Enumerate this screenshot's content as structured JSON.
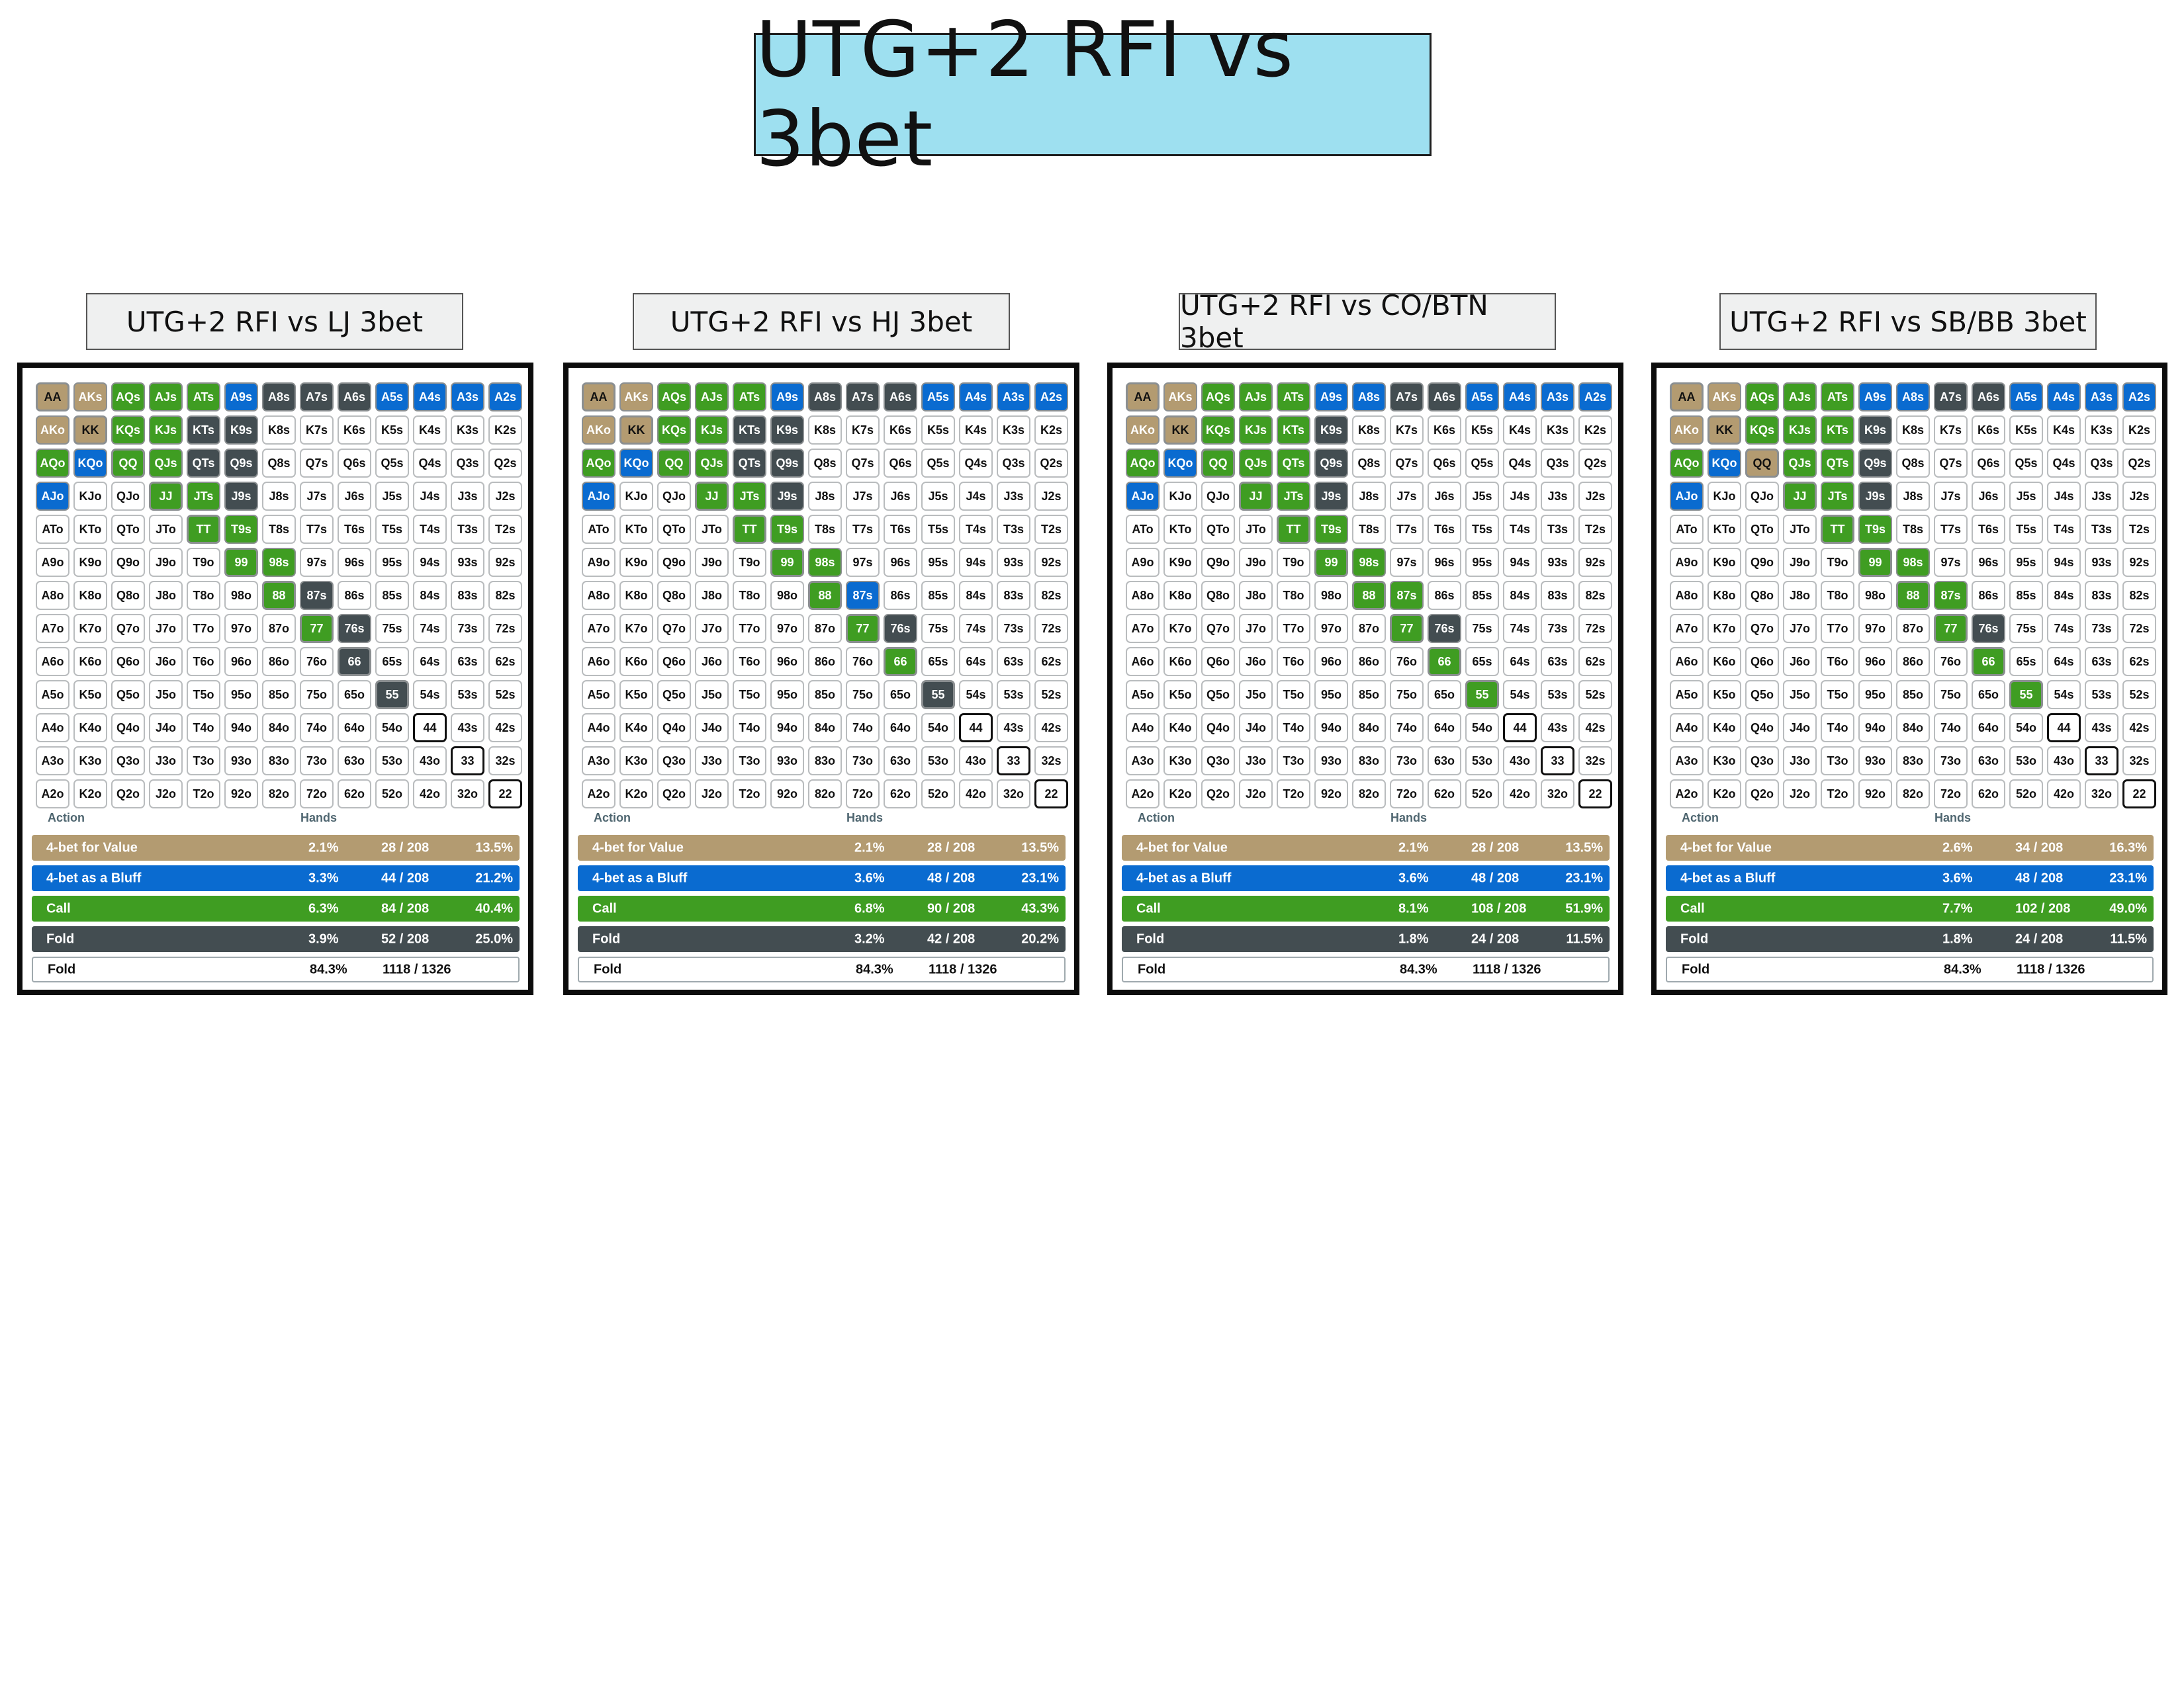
{
  "title": "UTG+2 RFI vs 3bet",
  "colors": {
    "value": "#b39b71",
    "bluff": "#0a6bd0",
    "call": "#3f9d22",
    "fold": "#434d51",
    "none": "#ffffff"
  },
  "legend_headers": {
    "action": "Action",
    "hands": "Hands"
  },
  "charts": [
    {
      "title": "UTG+2 RFI vs LJ 3bet",
      "hands": [
        [
          "AA",
          "AKs",
          "AQs",
          "AJs",
          "ATs",
          "A9s",
          "A8s",
          "A7s",
          "A6s",
          "A5s",
          "A4s",
          "A3s",
          "A2s"
        ],
        [
          "AKo",
          "KK",
          "KQs",
          "KJs",
          "KTs",
          "K9s",
          "K8s",
          "K7s",
          "K6s",
          "K5s",
          "K4s",
          "K3s",
          "K2s"
        ],
        [
          "AQo",
          "KQo",
          "QQ",
          "QJs",
          "QTs",
          "Q9s",
          "Q8s",
          "Q7s",
          "Q6s",
          "Q5s",
          "Q4s",
          "Q3s",
          "Q2s"
        ],
        [
          "AJo",
          "KJo",
          "QJo",
          "JJ",
          "JTs",
          "J9s",
          "J8s",
          "J7s",
          "J6s",
          "J5s",
          "J4s",
          "J3s",
          "J2s"
        ],
        [
          "ATo",
          "KTo",
          "QTo",
          "JTo",
          "TT",
          "T9s",
          "T8s",
          "T7s",
          "T6s",
          "T5s",
          "T4s",
          "T3s",
          "T2s"
        ],
        [
          "A9o",
          "K9o",
          "Q9o",
          "J9o",
          "T9o",
          "99",
          "98s",
          "97s",
          "96s",
          "95s",
          "94s",
          "93s",
          "92s"
        ],
        [
          "A8o",
          "K8o",
          "Q8o",
          "J8o",
          "T8o",
          "98o",
          "88",
          "87s",
          "86s",
          "85s",
          "84s",
          "83s",
          "82s"
        ],
        [
          "A7o",
          "K7o",
          "Q7o",
          "J7o",
          "T7o",
          "97o",
          "87o",
          "77",
          "76s",
          "75s",
          "74s",
          "73s",
          "72s"
        ],
        [
          "A6o",
          "K6o",
          "Q6o",
          "J6o",
          "T6o",
          "96o",
          "86o",
          "76o",
          "66",
          "65s",
          "64s",
          "63s",
          "62s"
        ],
        [
          "A5o",
          "K5o",
          "Q5o",
          "J5o",
          "T5o",
          "95o",
          "85o",
          "75o",
          "65o",
          "55",
          "54s",
          "53s",
          "52s"
        ],
        [
          "A4o",
          "K4o",
          "Q4o",
          "J4o",
          "T4o",
          "94o",
          "84o",
          "74o",
          "64o",
          "54o",
          "44",
          "43s",
          "42s"
        ],
        [
          "A3o",
          "K3o",
          "Q3o",
          "J3o",
          "T3o",
          "93o",
          "83o",
          "73o",
          "63o",
          "53o",
          "43o",
          "33",
          "32s"
        ],
        [
          "A2o",
          "K2o",
          "Q2o",
          "J2o",
          "T2o",
          "92o",
          "82o",
          "72o",
          "62o",
          "52o",
          "42o",
          "32o",
          "22"
        ]
      ],
      "actions": [
        "VVCCCBFFFBBBB",
        "VVCCFF0000000",
        "CBCCFF0000000",
        "B00CCF0000000",
        "0000CC0000000",
        "00000CC000000",
        "000000CF00000",
        "0000000CF0000",
        "00000000F0000",
        "000000000F000",
        "0000000000000",
        "0000000000000",
        "0000000000000"
      ],
      "legend": [
        {
          "action": "4-bet for Value",
          "pct": "2.1%",
          "count": "28 / 208",
          "share": "13.5%"
        },
        {
          "action": "4-bet as a Bluff",
          "pct": "3.3%",
          "count": "44 / 208",
          "share": "21.2%"
        },
        {
          "action": "Call",
          "pct": "6.3%",
          "count": "84 / 208",
          "share": "40.4%"
        },
        {
          "action": "Fold",
          "pct": "3.9%",
          "count": "52 / 208",
          "share": "25.0%"
        },
        {
          "action": "Fold",
          "pct": "84.3%",
          "count": "1118 / 1326",
          "share": ""
        }
      ]
    },
    {
      "title": "UTG+2 RFI vs HJ 3bet",
      "hands": [
        [
          "AA",
          "AKs",
          "AQs",
          "AJs",
          "ATs",
          "A9s",
          "A8s",
          "A7s",
          "A6s",
          "A5s",
          "A4s",
          "A3s",
          "A2s"
        ],
        [
          "AKo",
          "KK",
          "KQs",
          "KJs",
          "KTs",
          "K9s",
          "K8s",
          "K7s",
          "K6s",
          "K5s",
          "K4s",
          "K3s",
          "K2s"
        ],
        [
          "AQo",
          "KQo",
          "QQ",
          "QJs",
          "QTs",
          "Q9s",
          "Q8s",
          "Q7s",
          "Q6s",
          "Q5s",
          "Q4s",
          "Q3s",
          "Q2s"
        ],
        [
          "AJo",
          "KJo",
          "QJo",
          "JJ",
          "JTs",
          "J9s",
          "J8s",
          "J7s",
          "J6s",
          "J5s",
          "J4s",
          "J3s",
          "J2s"
        ],
        [
          "ATo",
          "KTo",
          "QTo",
          "JTo",
          "TT",
          "T9s",
          "T8s",
          "T7s",
          "T6s",
          "T5s",
          "T4s",
          "T3s",
          "T2s"
        ],
        [
          "A9o",
          "K9o",
          "Q9o",
          "J9o",
          "T9o",
          "99",
          "98s",
          "97s",
          "96s",
          "95s",
          "94s",
          "93s",
          "92s"
        ],
        [
          "A8o",
          "K8o",
          "Q8o",
          "J8o",
          "T8o",
          "98o",
          "88",
          "87s",
          "86s",
          "85s",
          "84s",
          "83s",
          "82s"
        ],
        [
          "A7o",
          "K7o",
          "Q7o",
          "J7o",
          "T7o",
          "97o",
          "87o",
          "77",
          "76s",
          "75s",
          "74s",
          "73s",
          "72s"
        ],
        [
          "A6o",
          "K6o",
          "Q6o",
          "J6o",
          "T6o",
          "96o",
          "86o",
          "76o",
          "66",
          "65s",
          "64s",
          "63s",
          "62s"
        ],
        [
          "A5o",
          "K5o",
          "Q5o",
          "J5o",
          "T5o",
          "95o",
          "85o",
          "75o",
          "65o",
          "55",
          "54s",
          "53s",
          "52s"
        ],
        [
          "A4o",
          "K4o",
          "Q4o",
          "J4o",
          "T4o",
          "94o",
          "84o",
          "74o",
          "64o",
          "54o",
          "44",
          "43s",
          "42s"
        ],
        [
          "A3o",
          "K3o",
          "Q3o",
          "J3o",
          "T3o",
          "93o",
          "83o",
          "73o",
          "63o",
          "53o",
          "43o",
          "33",
          "32s"
        ],
        [
          "A2o",
          "K2o",
          "Q2o",
          "J2o",
          "T2o",
          "92o",
          "82o",
          "72o",
          "62o",
          "52o",
          "42o",
          "32o",
          "22"
        ]
      ],
      "actions": [
        "VVCCCBFFFBBBB",
        "VVCCFF0000000",
        "CBCCFF0000000",
        "B00CCF0000000",
        "0000CC0000000",
        "00000CC000000",
        "000000CB00000",
        "0000000CF0000",
        "00000000C0000",
        "000000000F000",
        "0000000000000",
        "0000000000000",
        "0000000000000"
      ],
      "legend": [
        {
          "action": "4-bet for Value",
          "pct": "2.1%",
          "count": "28 / 208",
          "share": "13.5%"
        },
        {
          "action": "4-bet as a Bluff",
          "pct": "3.6%",
          "count": "48 / 208",
          "share": "23.1%"
        },
        {
          "action": "Call",
          "pct": "6.8%",
          "count": "90 / 208",
          "share": "43.3%"
        },
        {
          "action": "Fold",
          "pct": "3.2%",
          "count": "42 / 208",
          "share": "20.2%"
        },
        {
          "action": "Fold",
          "pct": "84.3%",
          "count": "1118 / 1326",
          "share": ""
        }
      ]
    },
    {
      "title": "UTG+2 RFI vs CO/BTN 3bet",
      "hands": [
        [
          "AA",
          "AKs",
          "AQs",
          "AJs",
          "ATs",
          "A9s",
          "A8s",
          "A7s",
          "A6s",
          "A5s",
          "A4s",
          "A3s",
          "A2s"
        ],
        [
          "AKo",
          "KK",
          "KQs",
          "KJs",
          "KTs",
          "K9s",
          "K8s",
          "K7s",
          "K6s",
          "K5s",
          "K4s",
          "K3s",
          "K2s"
        ],
        [
          "AQo",
          "KQo",
          "QQ",
          "QJs",
          "QTs",
          "Q9s",
          "Q8s",
          "Q7s",
          "Q6s",
          "Q5s",
          "Q4s",
          "Q3s",
          "Q2s"
        ],
        [
          "AJo",
          "KJo",
          "QJo",
          "JJ",
          "JTs",
          "J9s",
          "J8s",
          "J7s",
          "J6s",
          "J5s",
          "J4s",
          "J3s",
          "J2s"
        ],
        [
          "ATo",
          "KTo",
          "QTo",
          "JTo",
          "TT",
          "T9s",
          "T8s",
          "T7s",
          "T6s",
          "T5s",
          "T4s",
          "T3s",
          "T2s"
        ],
        [
          "A9o",
          "K9o",
          "Q9o",
          "J9o",
          "T9o",
          "99",
          "98s",
          "97s",
          "96s",
          "95s",
          "94s",
          "93s",
          "92s"
        ],
        [
          "A8o",
          "K8o",
          "Q8o",
          "J8o",
          "T8o",
          "98o",
          "88",
          "87s",
          "86s",
          "85s",
          "84s",
          "83s",
          "82s"
        ],
        [
          "A7o",
          "K7o",
          "Q7o",
          "J7o",
          "T7o",
          "97o",
          "87o",
          "77",
          "76s",
          "75s",
          "74s",
          "73s",
          "72s"
        ],
        [
          "A6o",
          "K6o",
          "Q6o",
          "J6o",
          "T6o",
          "96o",
          "86o",
          "76o",
          "66",
          "65s",
          "64s",
          "63s",
          "62s"
        ],
        [
          "A5o",
          "K5o",
          "Q5o",
          "J5o",
          "T5o",
          "95o",
          "85o",
          "75o",
          "65o",
          "55",
          "54s",
          "53s",
          "52s"
        ],
        [
          "A4o",
          "K4o",
          "Q4o",
          "J4o",
          "T4o",
          "94o",
          "84o",
          "74o",
          "64o",
          "54o",
          "44",
          "43s",
          "42s"
        ],
        [
          "A3o",
          "K3o",
          "Q3o",
          "J3o",
          "T3o",
          "93o",
          "83o",
          "73o",
          "63o",
          "53o",
          "43o",
          "33",
          "32s"
        ],
        [
          "A2o",
          "K2o",
          "Q2o",
          "J2o",
          "T2o",
          "92o",
          "82o",
          "72o",
          "62o",
          "52o",
          "42o",
          "32o",
          "22"
        ]
      ],
      "actions": [
        "VVCCCBBFFBBBB",
        "VVCCCF0000000",
        "CBCCCF0000000",
        "B00CCF0000000",
        "0000CC0000000",
        "00000CC000000",
        "000000CC00000",
        "0000000CF0000",
        "00000000C0000",
        "000000000C000",
        "0000000000000",
        "0000000000000",
        "0000000000000"
      ],
      "legend": [
        {
          "action": "4-bet for Value",
          "pct": "2.1%",
          "count": "28 / 208",
          "share": "13.5%"
        },
        {
          "action": "4-bet as a Bluff",
          "pct": "3.6%",
          "count": "48 / 208",
          "share": "23.1%"
        },
        {
          "action": "Call",
          "pct": "8.1%",
          "count": "108 / 208",
          "share": "51.9%"
        },
        {
          "action": "Fold",
          "pct": "1.8%",
          "count": "24 / 208",
          "share": "11.5%"
        },
        {
          "action": "Fold",
          "pct": "84.3%",
          "count": "1118 / 1326",
          "share": ""
        }
      ]
    },
    {
      "title": "UTG+2 RFI vs SB/BB 3bet",
      "hands": [
        [
          "AA",
          "AKs",
          "AQs",
          "AJs",
          "ATs",
          "A9s",
          "A8s",
          "A7s",
          "A6s",
          "A5s",
          "A4s",
          "A3s",
          "A2s"
        ],
        [
          "AKo",
          "KK",
          "KQs",
          "KJs",
          "KTs",
          "K9s",
          "K8s",
          "K7s",
          "K6s",
          "K5s",
          "K4s",
          "K3s",
          "K2s"
        ],
        [
          "AQo",
          "KQo",
          "QQ",
          "QJs",
          "QTs",
          "Q9s",
          "Q8s",
          "Q7s",
          "Q6s",
          "Q5s",
          "Q4s",
          "Q3s",
          "Q2s"
        ],
        [
          "AJo",
          "KJo",
          "QJo",
          "JJ",
          "JTs",
          "J9s",
          "J8s",
          "J7s",
          "J6s",
          "J5s",
          "J4s",
          "J3s",
          "J2s"
        ],
        [
          "ATo",
          "KTo",
          "QTo",
          "JTo",
          "TT",
          "T9s",
          "T8s",
          "T7s",
          "T6s",
          "T5s",
          "T4s",
          "T3s",
          "T2s"
        ],
        [
          "A9o",
          "K9o",
          "Q9o",
          "J9o",
          "T9o",
          "99",
          "98s",
          "97s",
          "96s",
          "95s",
          "94s",
          "93s",
          "92s"
        ],
        [
          "A8o",
          "K8o",
          "Q8o",
          "J8o",
          "T8o",
          "98o",
          "88",
          "87s",
          "86s",
          "85s",
          "84s",
          "83s",
          "82s"
        ],
        [
          "A7o",
          "K7o",
          "Q7o",
          "J7o",
          "T7o",
          "97o",
          "87o",
          "77",
          "76s",
          "75s",
          "74s",
          "73s",
          "72s"
        ],
        [
          "A6o",
          "K6o",
          "Q6o",
          "J6o",
          "T6o",
          "96o",
          "86o",
          "76o",
          "66",
          "65s",
          "64s",
          "63s",
          "62s"
        ],
        [
          "A5o",
          "K5o",
          "Q5o",
          "J5o",
          "T5o",
          "95o",
          "85o",
          "75o",
          "65o",
          "55",
          "54s",
          "53s",
          "52s"
        ],
        [
          "A4o",
          "K4o",
          "Q4o",
          "J4o",
          "T4o",
          "94o",
          "84o",
          "74o",
          "64o",
          "54o",
          "44",
          "43s",
          "42s"
        ],
        [
          "A3o",
          "K3o",
          "Q3o",
          "J3o",
          "T3o",
          "93o",
          "83o",
          "73o",
          "63o",
          "53o",
          "43o",
          "33",
          "32s"
        ],
        [
          "A2o",
          "K2o",
          "Q2o",
          "J2o",
          "T2o",
          "92o",
          "82o",
          "72o",
          "62o",
          "52o",
          "42o",
          "32o",
          "22"
        ]
      ],
      "actions": [
        "VVCCCBBFFBBBB",
        "VVCCCF0000000",
        "CBVCCF0000000",
        "B00CCF0000000",
        "0000CC0000000",
        "00000CC000000",
        "000000CC00000",
        "0000000CF0000",
        "00000000C0000",
        "000000000C000",
        "0000000000000",
        "0000000000000",
        "0000000000000"
      ],
      "legend": [
        {
          "action": "4-bet for Value",
          "pct": "2.6%",
          "count": "34 / 208",
          "share": "16.3%"
        },
        {
          "action": "4-bet as a Bluff",
          "pct": "3.6%",
          "count": "48 / 208",
          "share": "23.1%"
        },
        {
          "action": "Call",
          "pct": "7.7%",
          "count": "102 / 208",
          "share": "49.0%"
        },
        {
          "action": "Fold",
          "pct": "1.8%",
          "count": "24 / 208",
          "share": "11.5%"
        },
        {
          "action": "Fold",
          "pct": "84.3%",
          "count": "1118 / 1326",
          "share": ""
        }
      ]
    }
  ]
}
